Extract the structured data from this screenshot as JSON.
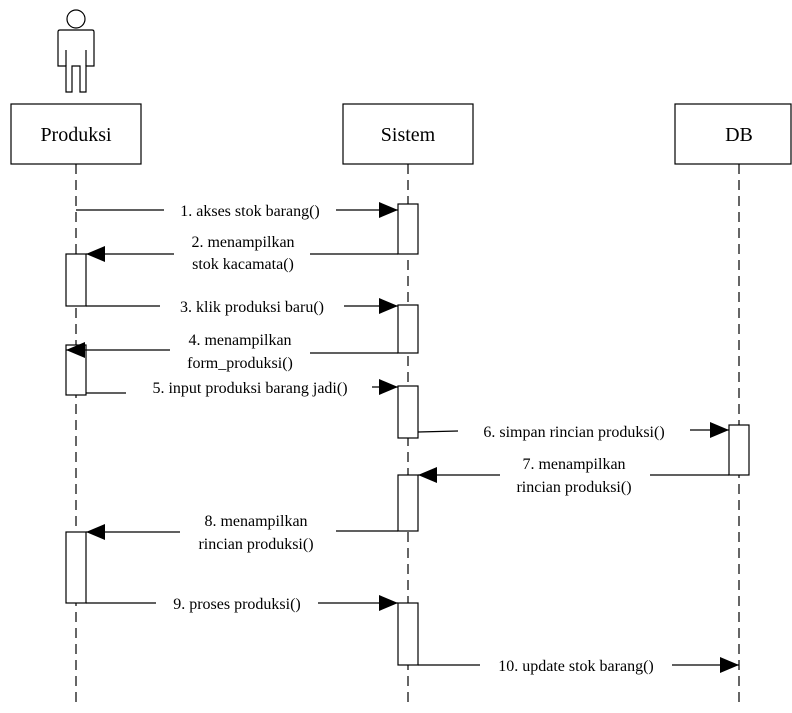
{
  "participants": [
    {
      "id": "produksi",
      "name": "Produksi"
    },
    {
      "id": "sistem",
      "name": "Sistem"
    },
    {
      "id": "db",
      "name": "DB"
    }
  ],
  "messages": [
    {
      "id": "m1",
      "lines": [
        "1. akses stok barang()"
      ]
    },
    {
      "id": "m2",
      "lines": [
        "2. menampilkan",
        "stok kacamata()"
      ]
    },
    {
      "id": "m3",
      "lines": [
        "3. klik produksi baru()"
      ]
    },
    {
      "id": "m4",
      "lines": [
        "4. menampilkan",
        "form_produksi()"
      ]
    },
    {
      "id": "m5",
      "lines": [
        "5. input produksi barang jadi()"
      ]
    },
    {
      "id": "m6",
      "lines": [
        "6. simpan rincian produksi()"
      ]
    },
    {
      "id": "m7",
      "lines": [
        "7. menampilkan",
        "rincian produksi()"
      ]
    },
    {
      "id": "m8",
      "lines": [
        "8. menampilkan",
        "rincian produksi()"
      ]
    },
    {
      "id": "m9",
      "lines": [
        "9. proses produksi()"
      ]
    },
    {
      "id": "m10",
      "lines": [
        "10. update stok barang()"
      ]
    }
  ]
}
